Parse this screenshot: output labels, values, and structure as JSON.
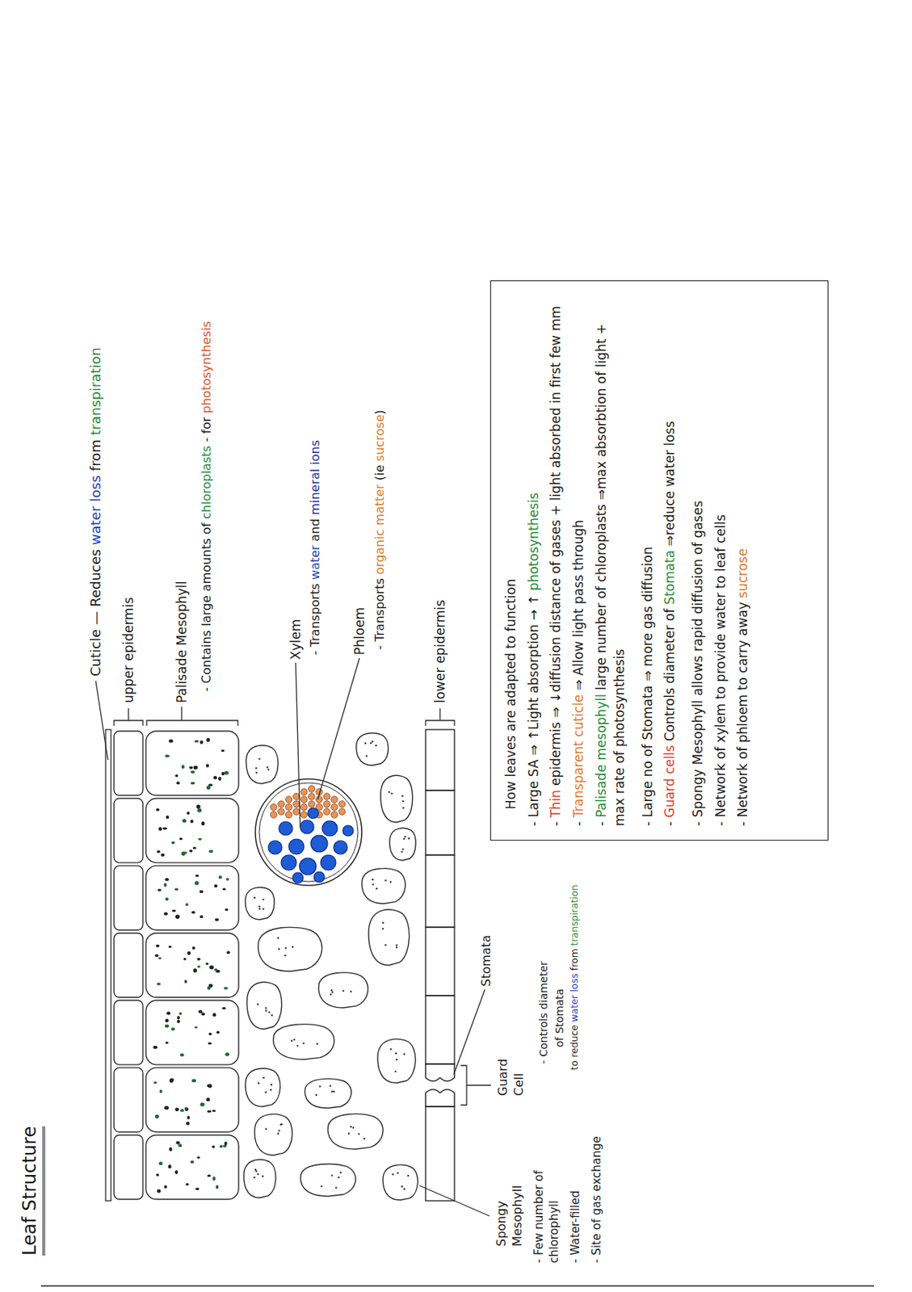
{
  "diagram": {
    "title": "Leaf Structure",
    "nodes": [
      {
        "text": [
          "How leaves are adapted to function",
          "- Large SA ⇒ ↑Light absorption → ↑",
          "photosynthesis",
          "-",
          "Thin",
          "epidermis ⇒ ↓diffusion distance of gases + light absorbed in first few mm",
          "-",
          "Transparent cuticle",
          "⇒ Allow light pass through",
          "-",
          "Palisade mesophyll",
          "large number of chloroplasts ⇒max absorbtion of light + max rate of photosynthesis",
          "- Large no of Stomata ⇒ more gas diffusion",
          "-",
          "Guard cells",
          "Controls diameter of",
          "Stomata",
          "⇒reduce water loss",
          "- Spongy Mesophyll allows rapid diffusion of gases",
          "- Network of xylem to provide water to leaf cells",
          "- Network of phloem to carry away",
          "sucrose"
        ]
      }
    ],
    "labels": [
      "Cuticle — Reduces",
      "water loss",
      "from",
      "transpiration",
      "upper epidermis",
      "Palisade Mesophyll",
      "- Contains large amounts of",
      "chloroplasts",
      "- for",
      "photosynthesis",
      "Xylem",
      "- Transports",
      "water",
      "and",
      "mineral ions",
      "Phloem",
      "- Transports",
      "organic matter",
      "(ie",
      "sucrose",
      ")",
      "lower epidermis",
      "Stomata",
      "Guard Cell",
      "- Controls diameter",
      "of Stomata",
      "to reduce",
      "water loss",
      "from",
      "transpiration",
      "Spongy Mesophyll",
      "- Few number of chlorophyll",
      "- Water-filled",
      "- Site of gas exchange"
    ]
  }
}
